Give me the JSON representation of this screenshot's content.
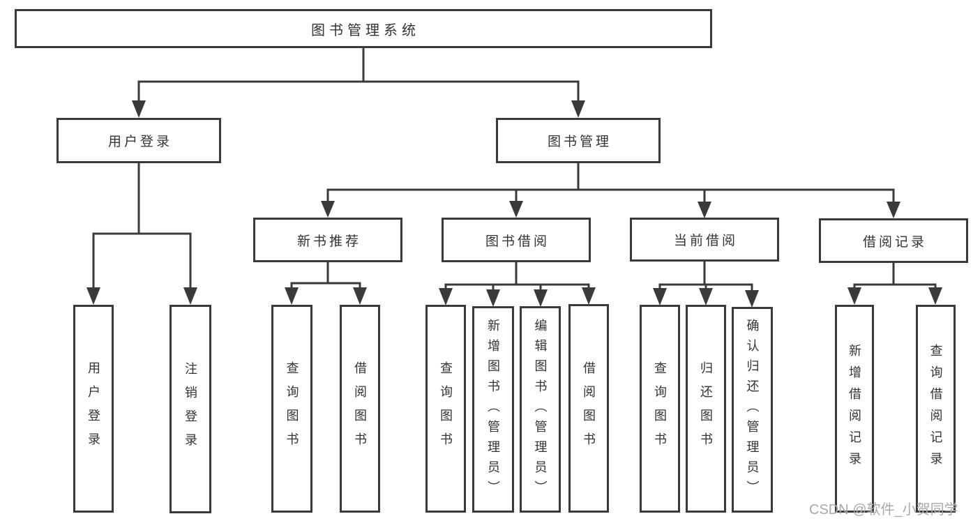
{
  "diagram": {
    "root": "图书管理系统",
    "branches": {
      "user_login": {
        "label": "用户登录",
        "children": [
          "用户登录",
          "注销登录"
        ]
      },
      "book_management": {
        "label": "图书管理",
        "children": {
          "new_book_rec": {
            "label": "新书推荐",
            "children": [
              "查询图书",
              "借阅图书"
            ]
          },
          "book_borrow": {
            "label": "图书借阅",
            "children": [
              "查询图书",
              "新增图书（管理员）",
              "编辑图书（管理员）",
              "借阅图书"
            ]
          },
          "current_borrow": {
            "label": "当前借阅",
            "children": [
              "查询图书",
              "归还图书",
              "确认归还（管理员）"
            ]
          },
          "borrow_records": {
            "label": "借阅记录",
            "children": [
              "新增借阅记录",
              "查询借阅记录"
            ]
          }
        }
      }
    }
  },
  "watermark": {
    "text": "CSDN @软件_小贺同学"
  },
  "colors": {
    "line": "#3a3a3a",
    "box_border": "#3a3a3a",
    "text": "#333333",
    "watermark_text": "#a8a8ad",
    "background": "#ffffff"
  }
}
